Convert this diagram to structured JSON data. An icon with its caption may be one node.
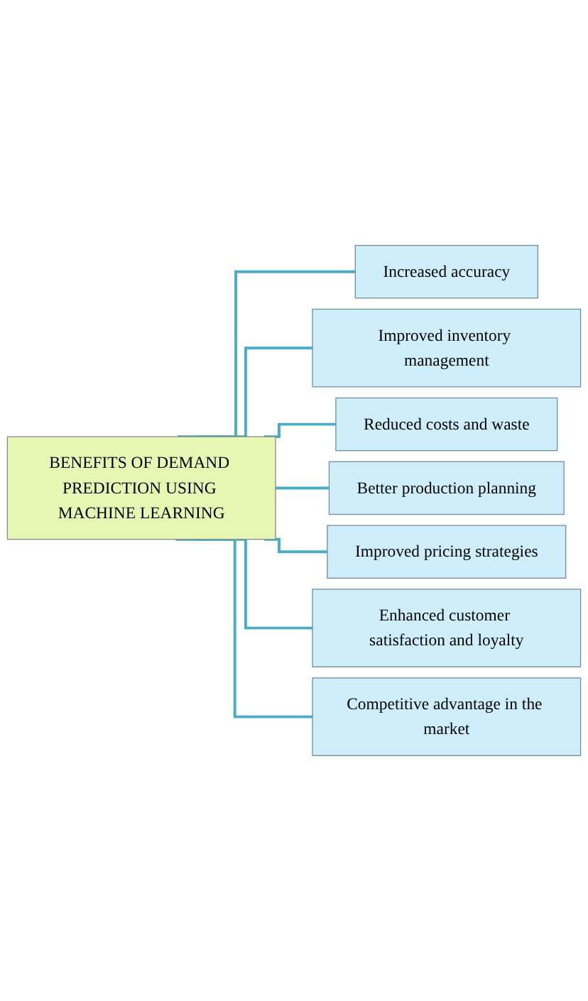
{
  "diagram": {
    "nodes": [
      {
        "text": [
          "BENEFITS OF DEMAND PREDICTION USING MACHINE LEARNING"
        ]
      },
      {
        "text": [
          "Increased accuracy"
        ]
      },
      {
        "text": [
          "Improved inventory management"
        ]
      },
      {
        "text": [
          "Reduced costs and waste"
        ]
      },
      {
        "text": [
          "Better production planning"
        ]
      },
      {
        "text": [
          "Improved pricing strategies"
        ]
      },
      {
        "text": [
          "Enhanced customer satisfaction and loyalty"
        ]
      },
      {
        "text": [
          "Competitive advantage in the market"
        ]
      }
    ],
    "edges": [
      {
        "from": 0,
        "to": 1,
        "arrow": "none"
      },
      {
        "from": 0,
        "to": 2,
        "arrow": "none"
      },
      {
        "from": 0,
        "to": 3,
        "arrow": "none"
      },
      {
        "from": 0,
        "to": 4,
        "arrow": "none"
      },
      {
        "from": 0,
        "to": 5,
        "arrow": "none"
      },
      {
        "from": 0,
        "to": 6,
        "arrow": "none"
      },
      {
        "from": 0,
        "to": 7,
        "arrow": "none"
      }
    ]
  }
}
